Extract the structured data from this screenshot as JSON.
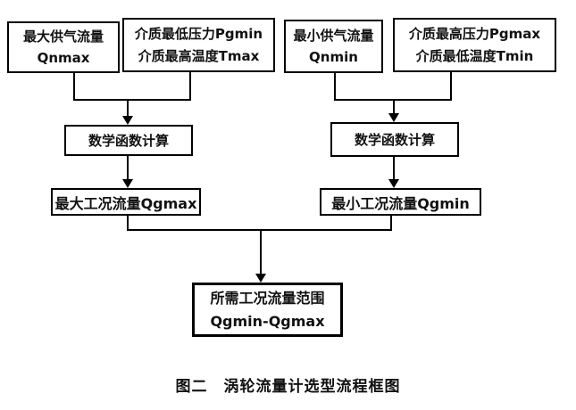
{
  "colors": {
    "background": "#ffffff",
    "line": "#000000",
    "text": "#000000"
  },
  "caption": "图二　涡轮流量计选型流程框图",
  "nodes": {
    "qnmax": {
      "line1": "最大供气流量",
      "line2": "Qnmax"
    },
    "pgmin_tmax": {
      "line1": "介质最低压力Pgmin",
      "line2": "介质最高温度Tmax"
    },
    "qnmin": {
      "line1": "最小供气流量",
      "line2": "Qnmin"
    },
    "pgmax_tmin": {
      "line1": "介质最高压力Pgmax",
      "line2": "介质最低温度Tmin"
    },
    "math_left": {
      "label": "数学函数计算"
    },
    "math_right": {
      "label": "数学函数计算"
    },
    "qgmax": {
      "label": "最大工况流量Qgmax"
    },
    "qgmin": {
      "label": "最小工况流量Qgmin"
    },
    "result": {
      "line1": "所需工况流量范围",
      "line2": "Qgmin-Qgmax"
    }
  }
}
